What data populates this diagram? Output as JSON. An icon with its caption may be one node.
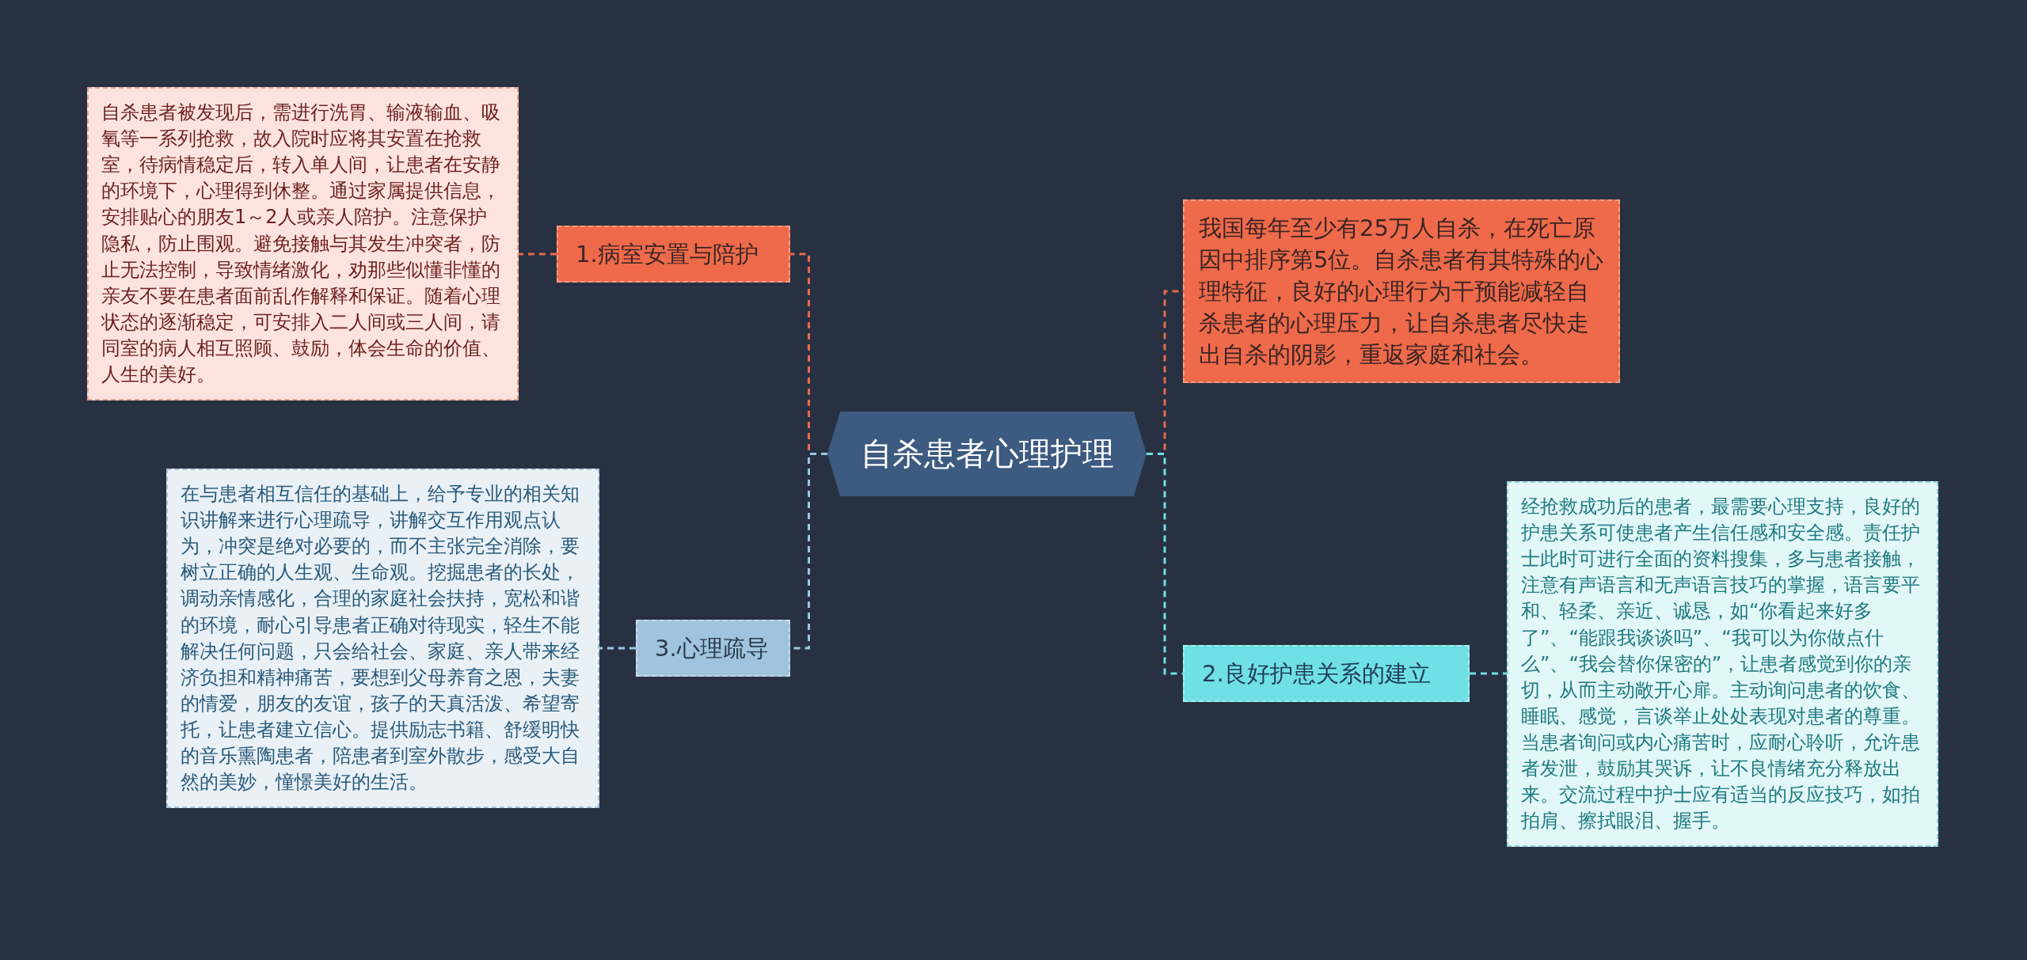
{
  "diagram": {
    "nodes": [
      {
        "text": [
          "自杀患者心理护理"
        ]
      },
      {
        "text": [
          "1.病室安置与陪护"
        ]
      },
      {
        "text": [
          "自杀患者被发现后，需进行洗胃、输液输血、吸氧等一系列抢救，故入院时应将其安置在抢救室，待病情稳定后，转入单人间，让患者在安静的环境下，心理得到休整。通过家属提供信息，安排贴心的朋友1～2人或亲人陪护。注意保护隐私，防止围观。避免接触与其发生冲突者，防止无法控制，导致情绪激化，劝那些似懂非懂的亲友不要在患者面前乱作解释和保证。随着心理状态的逐渐稳定，可安排入二人间或三人间，请同室的病人相互照顾、鼓励，体会生命的价值、人生的美好。"
        ]
      },
      {
        "text": [
          "我国每年至少有25万人自杀，在死亡原因中排序第5位。自杀患者有其特殊的心理特征，良好的心理行为干预能减轻自杀患者的心理压力，让自杀患者尽快走出自杀的阴影，重返家庭和社会。"
        ]
      },
      {
        "text": [
          "2.良好护患关系的建立"
        ]
      },
      {
        "text": [
          "经抢救成功后的患者，最需要心理支持，良好的护患关系可使患者产生信任感和安全感。责任护士此时可进行全面的资料搜集，多与患者接触，注意有声语言和无声语言技巧的掌握，语言要平和、轻柔、亲近、诚恳，如“你看起来好多了”、“能跟我谈谈吗”、“我可以为你做点什么”、“我会替你保密的”，让患者感觉到你的亲切，从而主动敞开心扉。主动询问患者的饮食、睡眠、感觉，言谈举止处处表现对患者的尊重。当患者询问或内心痛苦时，应耐心聆听，允许患者发泄，鼓励其哭诉，让不良情绪充分释放出来。交流过程中护士应有适当的反应技巧，如拍拍肩、擦拭眼泪、握手。"
        ]
      },
      {
        "text": [
          "3.心理疏导"
        ]
      },
      {
        "text": [
          "在与患者相互信任的基础上，给予专业的相关知识讲解来进行心理疏导，讲解交互作用观点认为，冲突是绝对必要的，而不主张完全消除，要树立正确的人生观、生命观。挖掘患者的长处，调动亲情感化，合理的家庭社会扶持，宽松和谐的环境，耐心引导患者正确对待现实，轻生不能解决任何问题，只会给社会、家庭、亲人带来经济负担和精神痛苦，要想到父母养育之恩，夫妻的情爱，朋友的友谊，孩子的天真活泼、希望寄托，让患者建立信心。提供励志书籍、舒缓明快的音乐熏陶患者，陪患者到室外散步，感受大自然的美妙，憧憬美好的生活。"
        ]
      }
    ],
    "edges": [
      {
        "from": 0,
        "to": 1,
        "arrow": "none",
        "style": "dashed",
        "color": "#e8694a"
      },
      {
        "from": 1,
        "to": 2,
        "arrow": "none",
        "style": "dashed",
        "color": "#e8694a"
      },
      {
        "from": 0,
        "to": 3,
        "arrow": "none",
        "style": "dashed",
        "color": "#e8694a"
      },
      {
        "from": 0,
        "to": 4,
        "arrow": "none",
        "style": "dashed",
        "color": "#6fe0e6"
      },
      {
        "from": 4,
        "to": 5,
        "arrow": "none",
        "style": "dashed",
        "color": "#6fe0e6"
      },
      {
        "from": 0,
        "to": 6,
        "arrow": "none",
        "style": "dashed",
        "color": "#9ec6e0"
      },
      {
        "from": 6,
        "to": 7,
        "arrow": "none",
        "style": "dashed",
        "color": "#9ec6e0"
      }
    ]
  }
}
